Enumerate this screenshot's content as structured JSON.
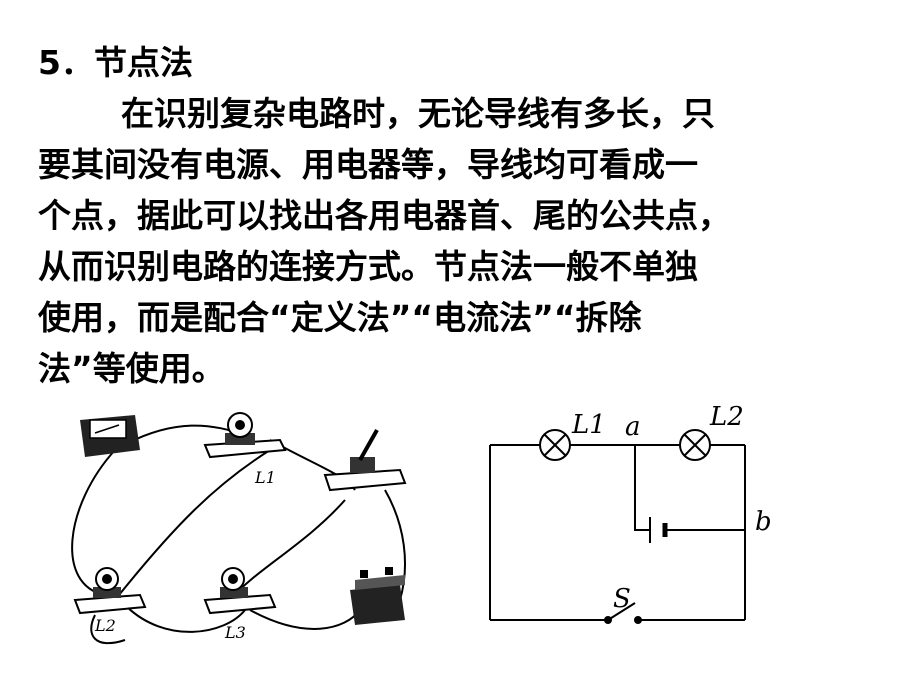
{
  "section": {
    "heading": "5．节点法",
    "lines": [
      "在识别复杂电路时，无论导线有多长，只",
      "要其间没有电源、用电器等，导线均可看成一",
      "个点，据此可以找出各用电器首、尾的公共点，",
      "从而识别电路的连接方式。节点法一般不单独",
      "使用，而是配合“定义法”“电流法”“拆除",
      "法”等使用。"
    ]
  },
  "left_figure": {
    "labels": {
      "l1": "L1",
      "l2": "L2",
      "l3": "L3"
    }
  },
  "right_figure": {
    "labels": {
      "l1": "L1",
      "l2": "L2",
      "a": "a",
      "b": "b",
      "s": "S"
    }
  }
}
